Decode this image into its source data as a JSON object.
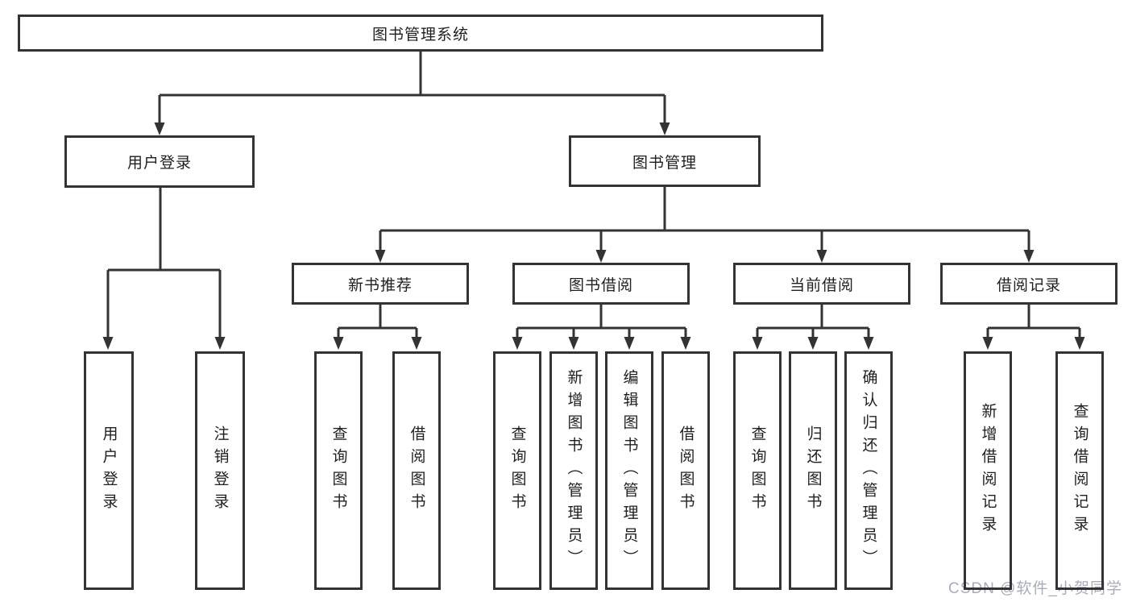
{
  "diagram": {
    "root": {
      "label": "图书管理系统"
    },
    "modules": [
      {
        "label": "用户登录",
        "children": [
          {
            "label": "用户登录"
          },
          {
            "label": "注销登录"
          }
        ]
      },
      {
        "label": "图书管理",
        "sections": [
          {
            "label": "新书推荐",
            "children": [
              {
                "label": "查询图书"
              },
              {
                "label": "借阅图书"
              }
            ]
          },
          {
            "label": "图书借阅",
            "children": [
              {
                "label": "查询图书"
              },
              {
                "label": "新增图书（管理员）"
              },
              {
                "label": "编辑图书（管理员）"
              },
              {
                "label": "借阅图书"
              }
            ]
          },
          {
            "label": "当前借阅",
            "children": [
              {
                "label": "查询图书"
              },
              {
                "label": "归还图书"
              },
              {
                "label": "确认归还（管理员）"
              }
            ]
          },
          {
            "label": "借阅记录",
            "children": [
              {
                "label": "新增借阅记录"
              },
              {
                "label": "查询借阅记录"
              }
            ]
          }
        ]
      }
    ]
  },
  "watermark": {
    "text": "CSDN @软件_小贺同学"
  },
  "colors": {
    "line": "#333333",
    "text": "#1f1f1f",
    "watermark": "#a9acba",
    "background": "#ffffff"
  }
}
